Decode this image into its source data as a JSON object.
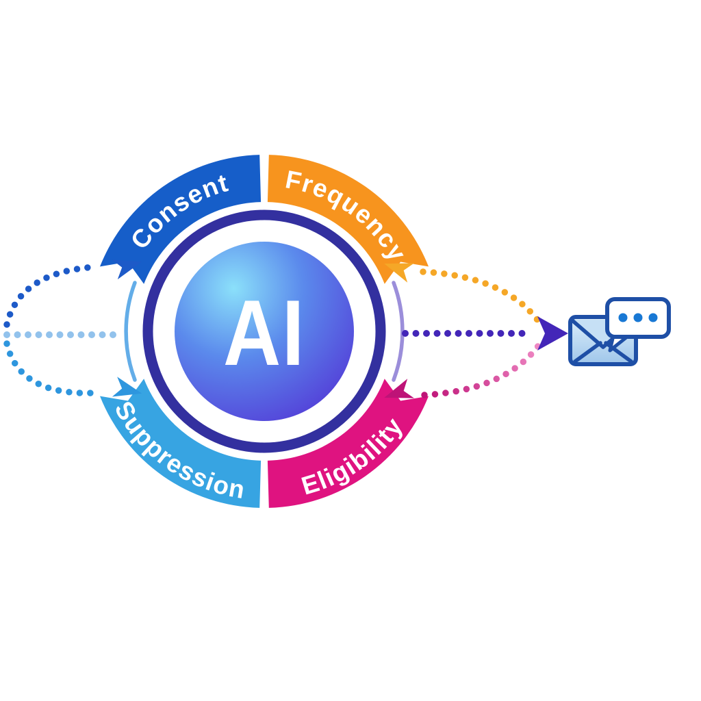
{
  "diagram": {
    "core": {
      "label": "AI",
      "text_color": "#FFFFFF",
      "gradient_from": "#8BE0FA",
      "gradient_mid": "#5B8AEC",
      "gradient_to": "#5231D4"
    },
    "ring_color": "#33309F",
    "label_color": "#FFFFFF",
    "segments": [
      {
        "id": "consent",
        "label": "Consent",
        "color": "#165EC9"
      },
      {
        "id": "frequency",
        "label": "Frequency",
        "color": "#F7941E"
      },
      {
        "id": "suppression",
        "label": "Suppression",
        "color": "#37A4E2"
      },
      {
        "id": "eligibility",
        "label": "Eligibility",
        "color": "#DF1380"
      }
    ],
    "side_arcs": {
      "left_color": "#63ADE8",
      "right_color": "#9B8EDA"
    },
    "arrows": {
      "left_top": {
        "color": "#1D5AC8"
      },
      "left_middle": {
        "color": "#92C2EC"
      },
      "left_bottom": {
        "color": "#2E96DE"
      },
      "right_top": {
        "color": "#F5A727"
      },
      "right_middle": {
        "color": "#4326B8"
      },
      "right_bottom": {
        "color": "#BE1377",
        "color_light": "#F08CC6"
      }
    },
    "output_icon": {
      "name": "envelope-message-icon",
      "outline": "#1E4FA6",
      "body_from": "#DDEFFB",
      "body_to": "#9FC6EA",
      "flap_fill": "#C6E0F5",
      "bubble_fill": "#FFFFFF",
      "typing_dots_color": "#1878D4"
    }
  }
}
